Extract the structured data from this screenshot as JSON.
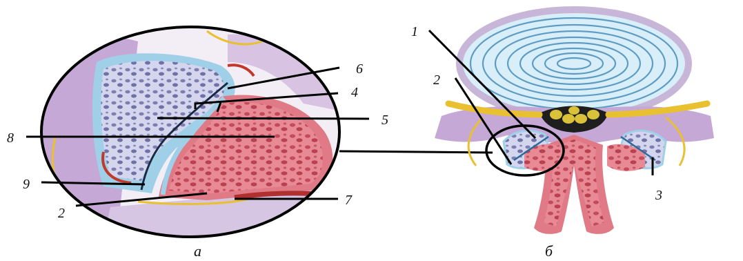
{
  "figure": {
    "panel_a": {
      "caption": "а",
      "labels": {
        "l1": "6",
        "l2": "4",
        "l3": "5",
        "l4": "8",
        "l5": "9",
        "l6": "2",
        "l7": "7"
      }
    },
    "panel_b": {
      "caption": "б",
      "labels": {
        "l1": "1",
        "l2": "2",
        "l3": "3"
      }
    }
  },
  "colors": {
    "bone_red": "#e07a86",
    "bone_pale": "#c9cde8",
    "cartilage": "#9fd0e8",
    "disc": "#7fb4d2",
    "nerve": "#e8c030",
    "capsule_purple": "#c6a8d6",
    "outline": "#000000"
  }
}
